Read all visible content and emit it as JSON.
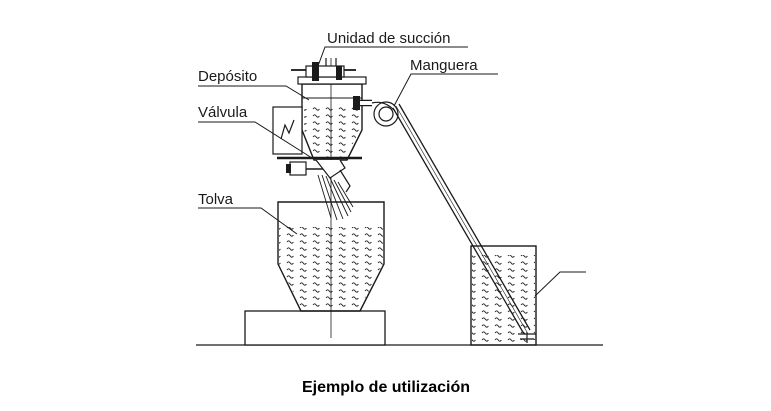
{
  "labels": {
    "suction_unit": "Unidad de succión",
    "deposit": "Depósito",
    "hose": "Manguera",
    "valve": "Válvula",
    "hopper": "Tolva"
  },
  "caption": "Ejemplo de utilización",
  "colors": {
    "line": "#1a1a1a",
    "background": "#ffffff"
  }
}
